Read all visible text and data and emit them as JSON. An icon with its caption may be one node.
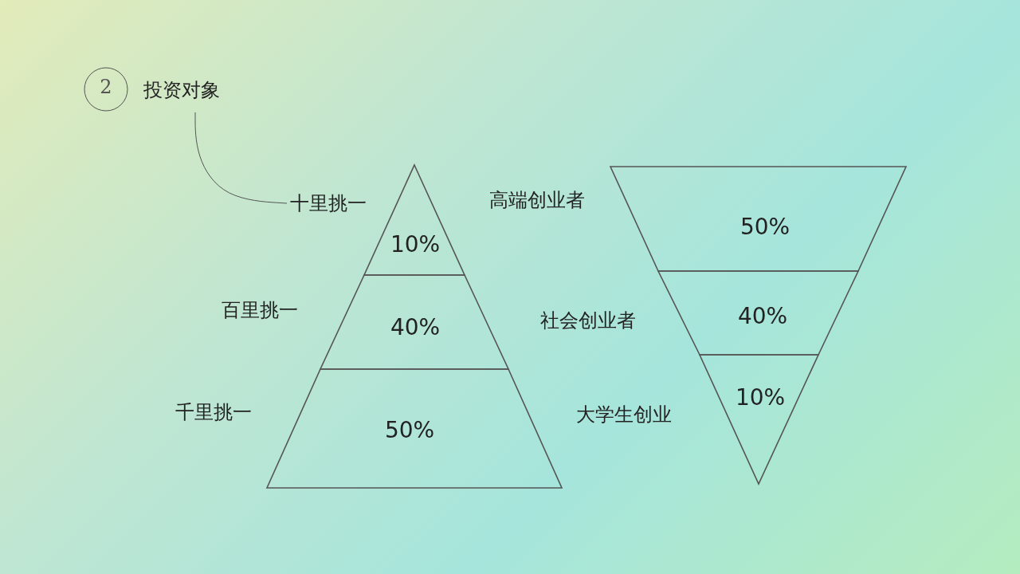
{
  "diagram": {
    "nodes": [
      {
        "text": [
          "2"
        ],
        "beside": [
          "投资对象"
        ]
      },
      {
        "text": [
          "十里挑一"
        ]
      },
      {
        "text": [
          "10%"
        ]
      },
      {
        "text": [
          "40%"
        ]
      },
      {
        "text": [
          "50%"
        ]
      },
      {
        "text": [
          "50%"
        ]
      },
      {
        "text": [
          "40%"
        ]
      },
      {
        "text": [
          "10%"
        ]
      }
    ],
    "edges": [
      {
        "from": 0,
        "to": 1,
        "arrow": "none"
      }
    ],
    "labels": [
      "高端创业者",
      "百里挑一",
      "社会创业者",
      "千里挑一",
      "大学生创业"
    ]
  }
}
